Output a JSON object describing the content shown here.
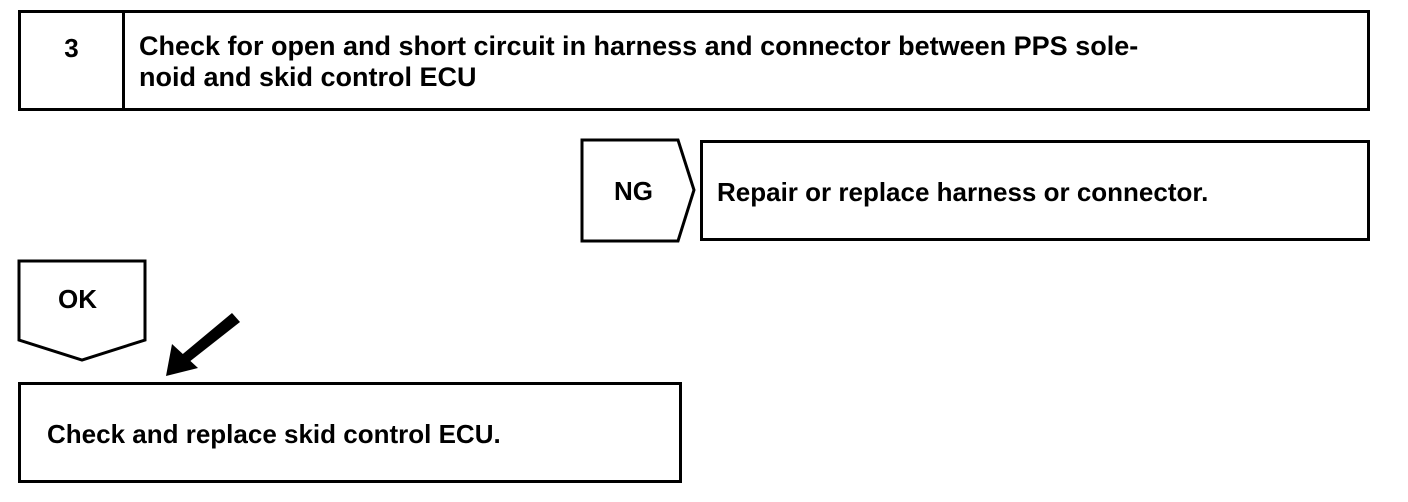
{
  "step": {
    "number": "3",
    "text": "Check for open and short circuit in harness and connector between PPS sole-\nnoid and skid control ECU"
  },
  "ng_branch": {
    "label": "NG",
    "action": "Repair or replace harness or connector."
  },
  "ok_branch": {
    "label": "OK",
    "action": "Check and replace skid control ECU."
  },
  "colors": {
    "line": "#000000",
    "background": "#ffffff"
  }
}
